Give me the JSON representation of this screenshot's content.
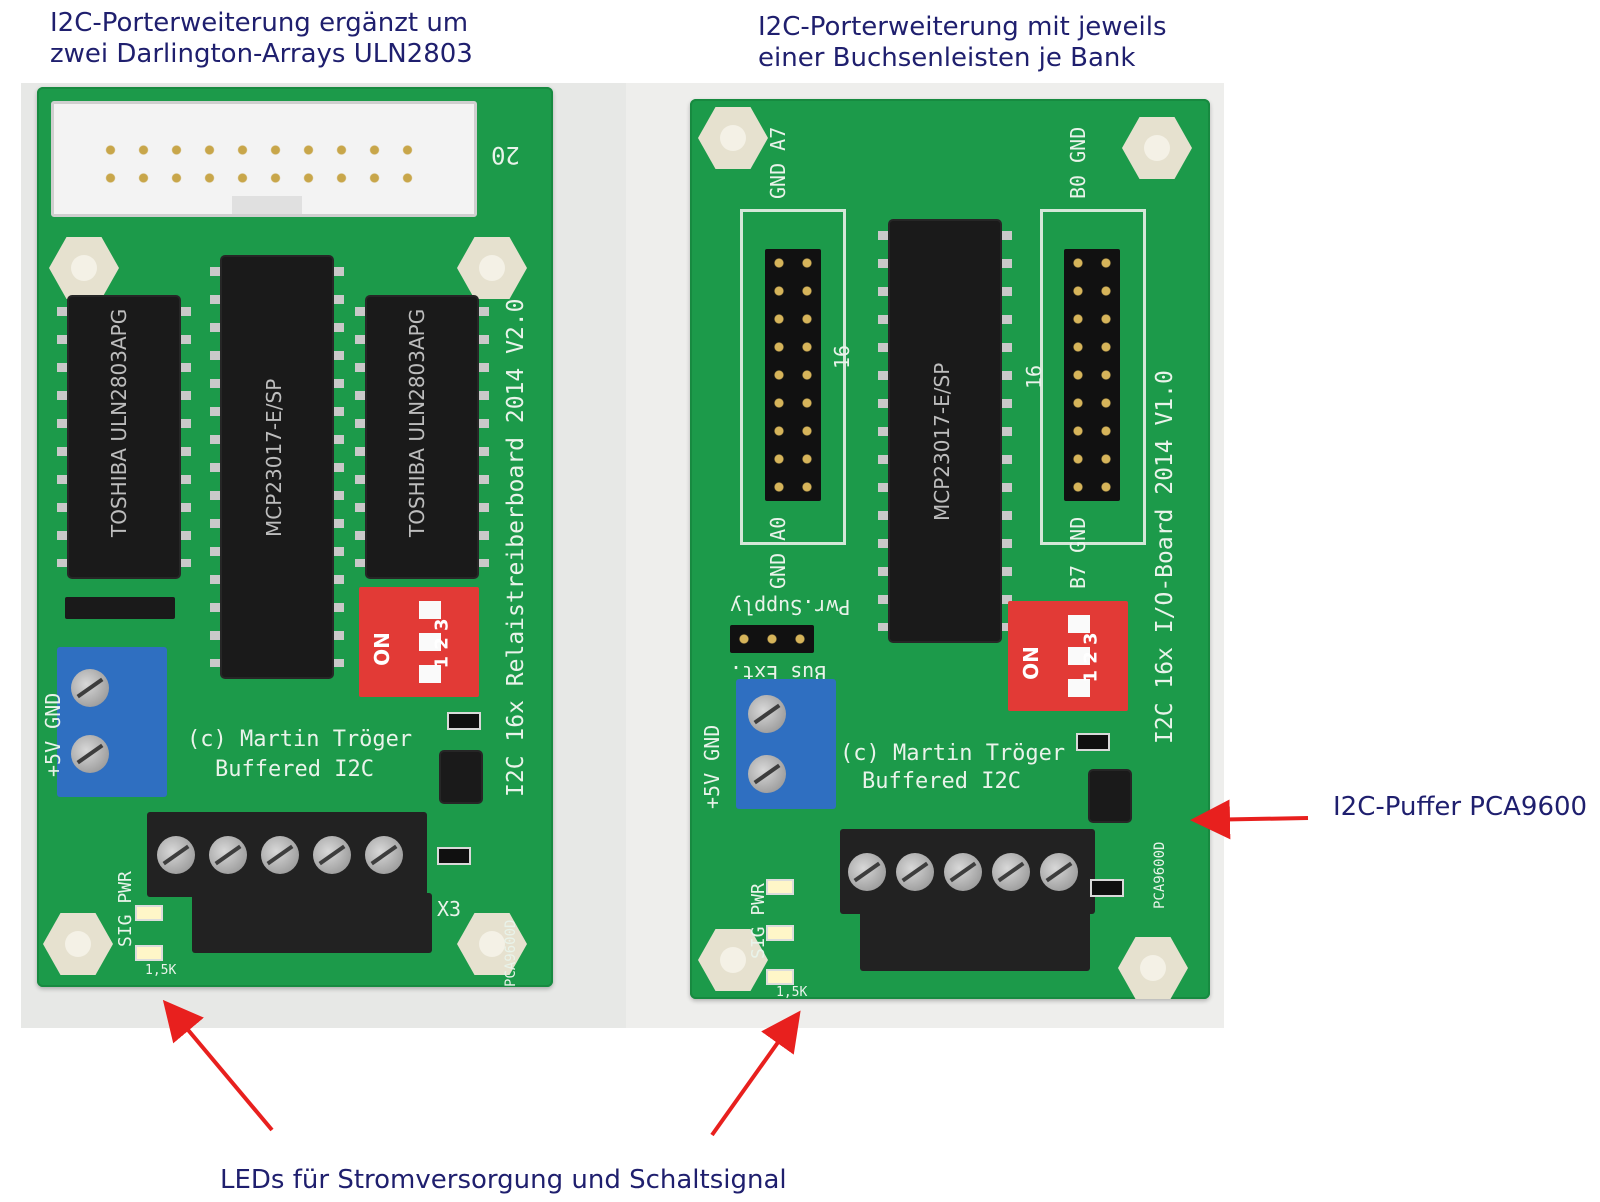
{
  "captions": {
    "left_line1": "I2C-Porterweiterung ergänzt um",
    "left_line2": "zwei Darlington-Arrays ULN2803",
    "right_line1": "I2C-Porterweiterung mit jeweils",
    "right_line2": "einer Buchsenleisten je Bank",
    "buffer": "I2C-Puffer PCA9600",
    "leds": "LEDs für Stromversorgung und Schaltsignal"
  },
  "left_board": {
    "vertical_label": "I2C 16x Relaistreiberboard 2014 V2.0",
    "copyright": "(c) Martin Tröger",
    "buffered": "Buffered I2C",
    "chip_left_text": "TOSHIBA ULN2803APG",
    "chip_mid_text": "MCP23017-E/SP",
    "chip_right_text": "TOSHIBA ULN2803APG",
    "pca_label": "PCA9600D",
    "gnd_label": "+5V GND",
    "led_label": "SIG PWR",
    "x3": "X3",
    "con": "20",
    "dip_on": "ON",
    "dip_nums": "1 2 3",
    "res": "1,5K"
  },
  "right_board": {
    "vertical_label": "I2C 16x I/O-Board 2014 V1.0",
    "copyright": "(c) Martin Tröger",
    "buffered": "Buffered I2C",
    "chip_text": "MCP23017-E/SP",
    "pca_label": "PCA9600D",
    "gnd_label": "+5V GND",
    "led_label": "SIG PWR",
    "pwr_supply": "Pwr.Supply",
    "bus_ext": "Bus Ext.",
    "a7": "GND A7",
    "a0": "GND A0",
    "b0": "B0 GND",
    "b7": "B7 GND",
    "sixteen": "16",
    "dip_on": "ON",
    "dip_nums": "1 2 3",
    "res": "1,5K"
  },
  "colors": {
    "caption": "#1f1f6e",
    "arrow": "#e8201e",
    "pcb": "#1c9a4a"
  }
}
